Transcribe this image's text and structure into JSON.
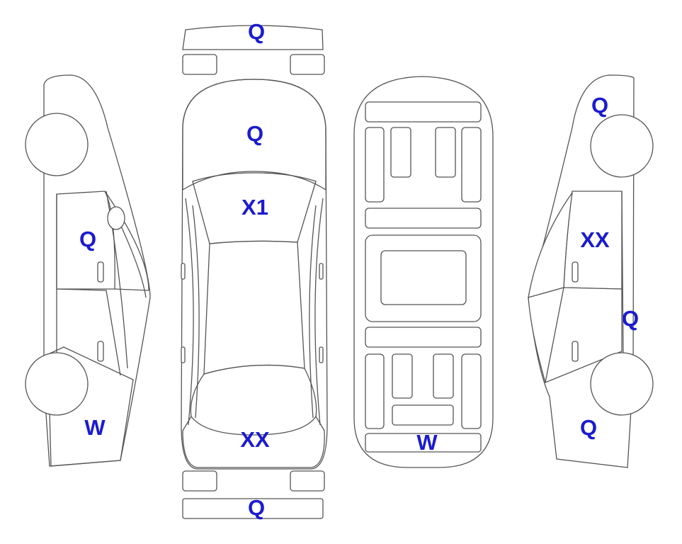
{
  "colors": {
    "damage": "#FBA62C",
    "glass": "#E3F5FC",
    "label": "#1B1BCF",
    "outline": "#555555",
    "panel": "#FFFFFF"
  },
  "panels": {
    "front_bumper": {
      "code": "Q",
      "condition": "damaged"
    },
    "hood": {
      "code": "Q",
      "condition": "damaged"
    },
    "windshield": {
      "code": "X1",
      "condition": "damaged"
    },
    "rear_window": {
      "code": "XX",
      "condition": "glass"
    },
    "rear_bumper": {
      "code": "Q",
      "condition": "damaged"
    },
    "underbody_rear": {
      "code": "W",
      "condition": "damaged"
    },
    "left_front_door": {
      "code": "Q",
      "condition": "damaged"
    },
    "left_rear_quarter": {
      "code": "W",
      "condition": "damaged"
    },
    "right_front_fender": {
      "code": "Q",
      "condition": "damaged"
    },
    "right_front_door_glass": {
      "code": "XX",
      "condition": "glass"
    },
    "right_side_body": {
      "code": "Q",
      "condition": "damaged"
    },
    "right_rear_quarter": {
      "code": "Q",
      "condition": "damaged"
    }
  }
}
